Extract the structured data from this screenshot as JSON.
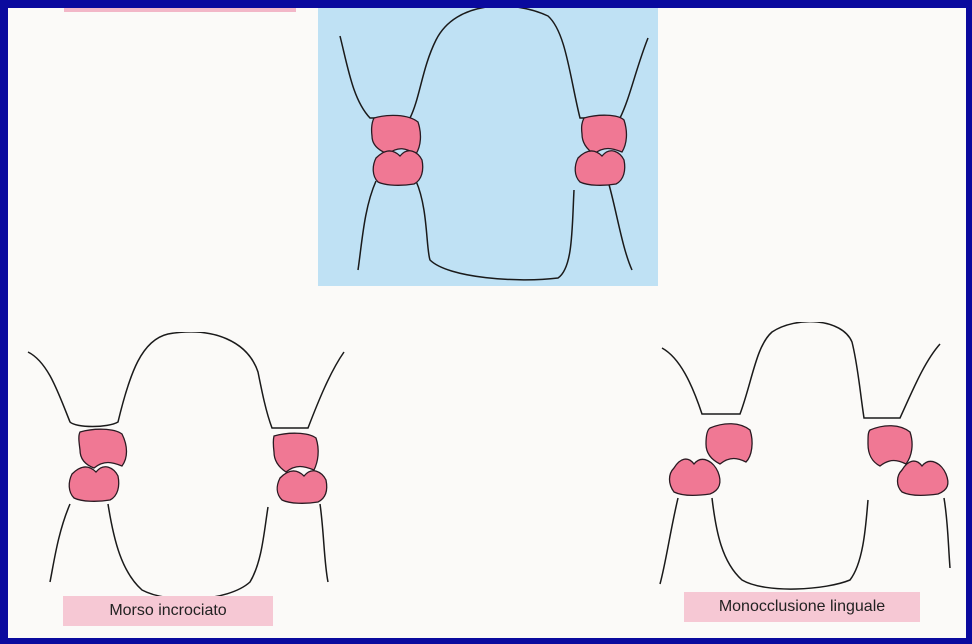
{
  "diagrams": [
    {
      "id": "normal-occlusion",
      "caption": ""
    },
    {
      "id": "crossbite",
      "caption": "Morso incrociato"
    },
    {
      "id": "lingual-monocclusion",
      "caption": "Monocclusione linguale"
    }
  ],
  "colors": {
    "border": "#0a0a9e",
    "background": "#fbfaf8",
    "highlight_panel": "#bfe1f4",
    "tooth_fill": "#f07894",
    "label_fill": "#f6c8d4"
  }
}
